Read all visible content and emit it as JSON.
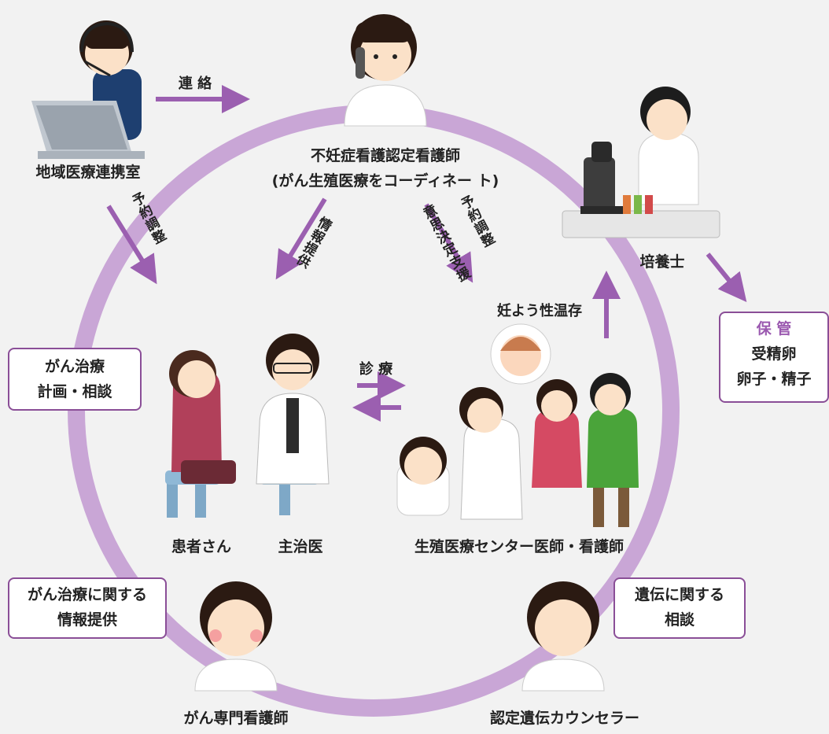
{
  "colors": {
    "ring": "#c9a6d6",
    "arrow": "#9b5fb0",
    "box_border": "#8a4e97",
    "accent": "#9b59b0",
    "background": "#f2f2f2"
  },
  "icons": [
    "call-center-person-icon",
    "nurse-phone-icon",
    "embryologist-microscope-icon",
    "patient-icon",
    "doctor-icon",
    "medical-team-icon",
    "baby-icon",
    "cancer-nurse-icon",
    "genetic-counselor-icon"
  ],
  "labels": {
    "regional_office": "地域医療連携室",
    "fertility_nurse": "不妊症看護認定看護師",
    "fertility_nurse_sub": "(がん生殖医療をコーディネー ト)",
    "embryologist": "培養士",
    "patient": "患者さん",
    "attending_doctor": "主治医",
    "center_staff": "生殖医療センター医師・看護師",
    "cancer_nurse": "がん専門看護師",
    "genetic_counselor": "認定遺伝カウンセラー"
  },
  "arrows": {
    "contact": "連 絡",
    "appointment_left": "予約調整",
    "info_provision": "情報提供",
    "appointment_right": "予約調整",
    "decision_support": "意思決定支援",
    "fertility_preservation": "妊よう性温存",
    "consultation": "診 療"
  },
  "boxes": {
    "cancer_plan": {
      "line1": "がん治療",
      "line2": "計画・相談"
    },
    "cancer_info": {
      "line1": "がん治療に関する",
      "line2": "情報提供"
    },
    "genetic": {
      "line1": "遺伝に関する",
      "line2": "相談"
    },
    "storage": {
      "title": "保 管",
      "line1": "受精卵",
      "line2": "卵子・精子"
    }
  }
}
